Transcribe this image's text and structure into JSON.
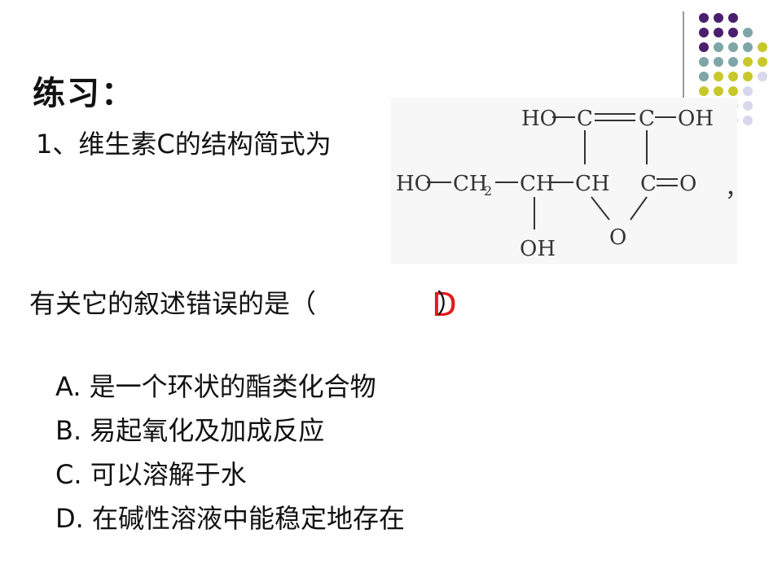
{
  "slide": {
    "title": "练习：",
    "question": "1、维生素C的结构简式为",
    "comma": "，",
    "prompt": "有关它的叙述错误的是（",
    "paren_close": "）",
    "answer": "D",
    "options": [
      {
        "letter": "A.",
        "text": "是一个环状的酯类化合物"
      },
      {
        "letter": "B.",
        "text": "易起氧化及加成反应"
      },
      {
        "letter": "C.",
        "text": "可以溶解于水"
      },
      {
        "letter": "D.",
        "text": "在碱性溶液中能稳定地存在"
      }
    ]
  },
  "structure": {
    "labels": {
      "ho_top": "HO",
      "c_top_left": "C",
      "c_top_right": "C",
      "oh_top": "OH",
      "ho_left": "HO",
      "ch2": "CH",
      "ch2_sub": "2",
      "ch_mid": "CH",
      "ch_ring": "CH",
      "c_carbonyl": "C",
      "o_carbonyl": "O",
      "o_ring": "O",
      "oh_bottom": "OH"
    }
  },
  "colors": {
    "answer": "#e21a1a",
    "dot_purple": "#4b1f6f",
    "dot_teal": "#7fa6a6",
    "dot_olive": "#c8c82a",
    "dot_lavender": "#d7d8ec"
  }
}
